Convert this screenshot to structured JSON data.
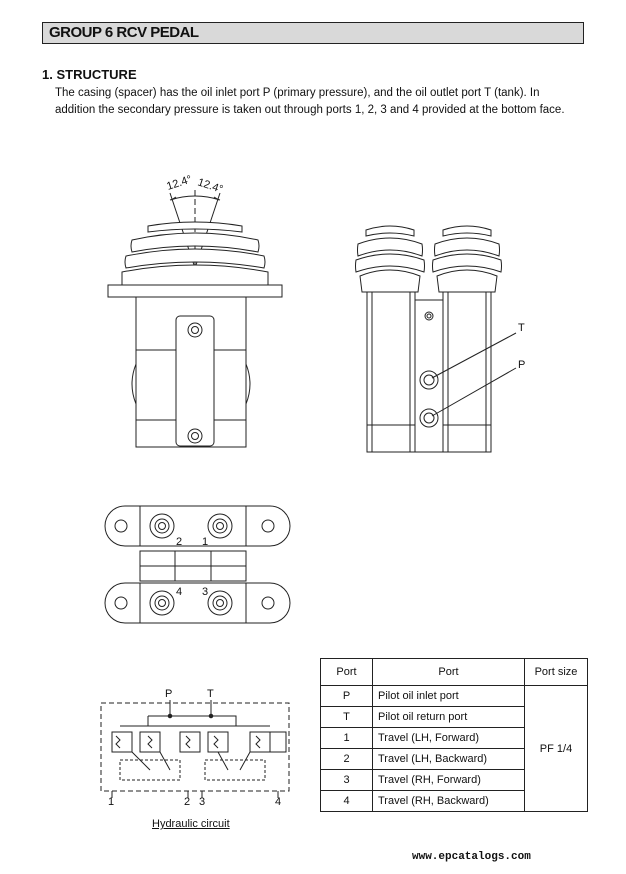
{
  "header": {
    "title": "GROUP  6  RCV PEDAL"
  },
  "section": {
    "title": "1.  STRUCTURE",
    "paragraph_line1": "The casing (spacer) has the oil inlet port P (primary pressure), and the oil outlet port T (tank).   In",
    "paragraph_line2": "addition the secondary pressure is taken out through ports 1, 2, 3 and 4 provided at the bottom face."
  },
  "drawing": {
    "angle_left": "12.4°",
    "angle_right": "12.4°",
    "label_T": "T",
    "label_P": "P",
    "port_2": "2",
    "port_1": "1",
    "port_4": "4",
    "port_3": "3"
  },
  "circuit": {
    "label_P": "P",
    "label_T": "T",
    "port_1": "1",
    "port_2": "2",
    "port_3": "3",
    "port_4": "4",
    "caption": "Hydraulic circuit"
  },
  "table": {
    "headers": [
      "Port",
      "Port",
      "Port size"
    ],
    "rows": [
      {
        "port": "P",
        "desc": "Pilot oil inlet port"
      },
      {
        "port": "T",
        "desc": "Pilot oil return port"
      },
      {
        "port": "1",
        "desc": "Travel (LH, Forward)"
      },
      {
        "port": "2",
        "desc": "Travel (LH, Backward)"
      },
      {
        "port": "3",
        "desc": "Travel (RH, Forward)"
      },
      {
        "port": "4",
        "desc": "Travel (RH, Backward)"
      }
    ],
    "port_size": "PF 1/4"
  },
  "footer": {
    "watermark": "www.epcatalogs.com"
  }
}
